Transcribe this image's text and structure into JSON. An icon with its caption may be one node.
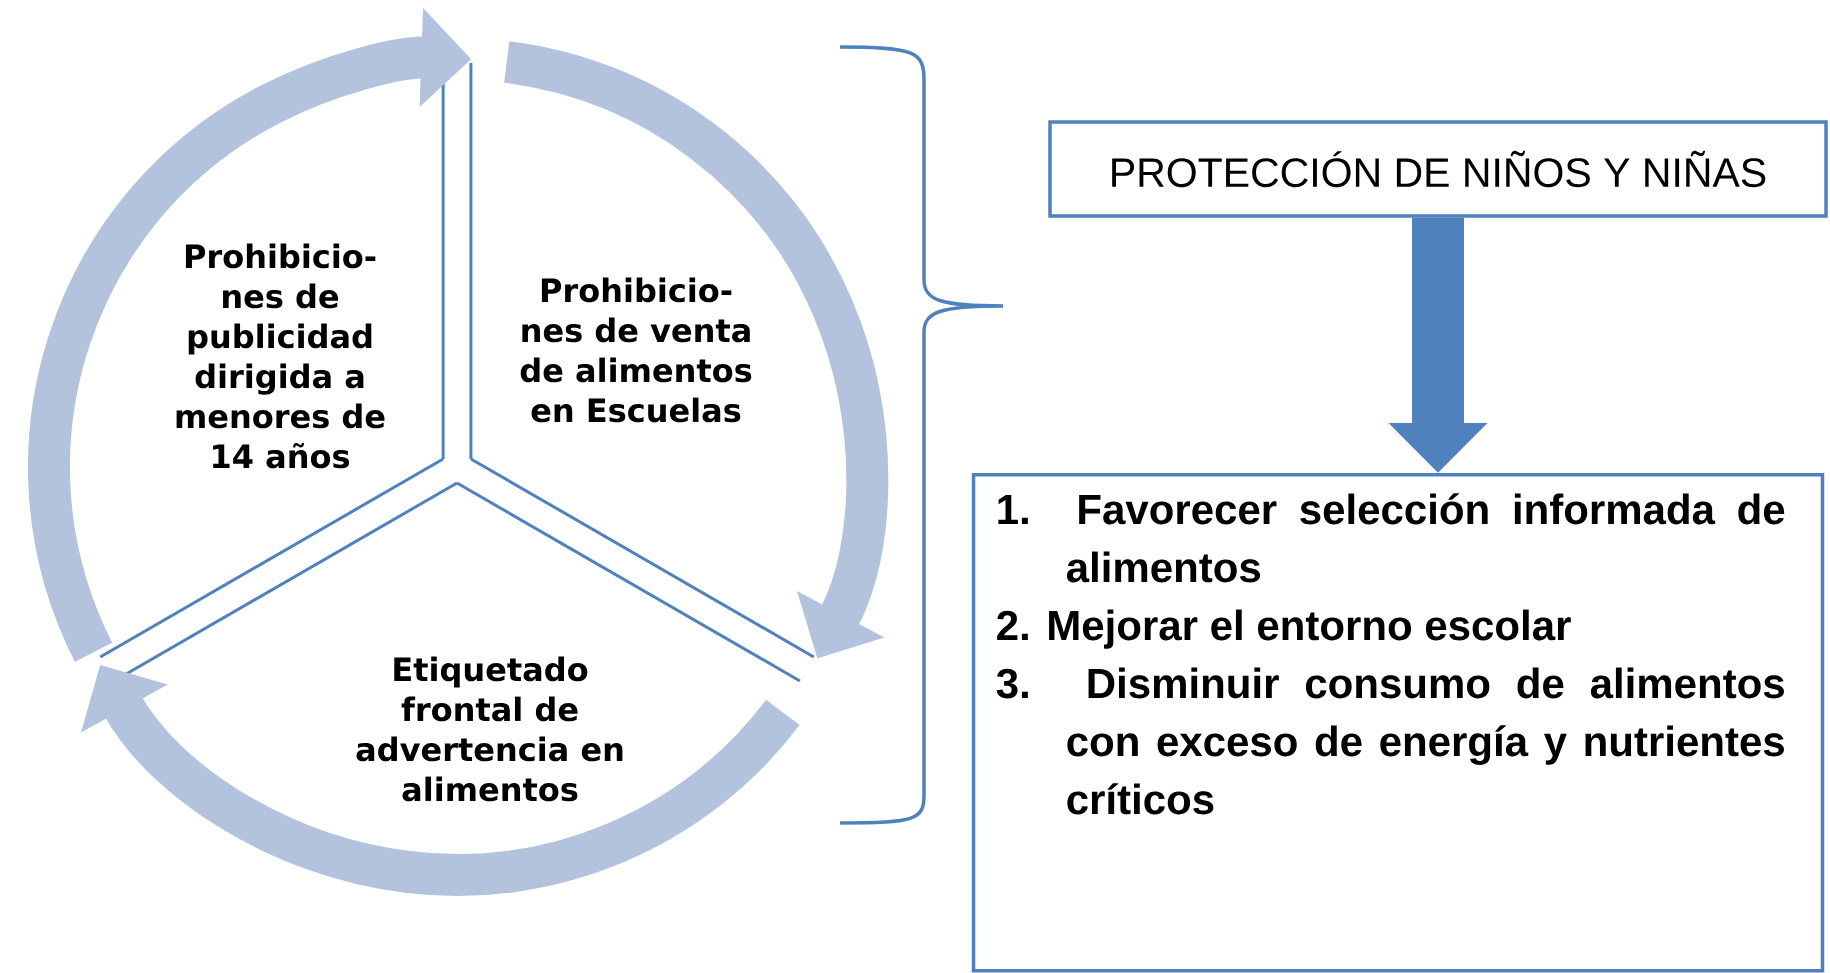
{
  "diagram": {
    "nodes": [
      {
        "text": [
          "Prohibicio-nes de publicidad dirigida a menores de 14 años"
        ]
      },
      {
        "text": [
          "Prohibicio-nes de venta de alimentos en Escuelas"
        ]
      },
      {
        "text": [
          "Etiquetado frontal de advertencia en alimentos"
        ]
      },
      {
        "text": [
          "PROTECCIÓN DE NIÑOS Y NIÑAS"
        ]
      },
      {
        "text": [
          "1. Favorecer selección informada de alimentos",
          "2. Mejorar el entorno escolar",
          "3. Disminuir consumo de alimentos con exceso de energía y nutrientes críticos"
        ]
      }
    ],
    "edges": [
      {
        "from": 0,
        "to": 1,
        "arrow": "to"
      },
      {
        "from": 1,
        "to": 2,
        "arrow": "to"
      },
      {
        "from": 2,
        "to": 0,
        "arrow": "to"
      },
      {
        "from": 3,
        "to": 4,
        "arrow": "to",
        "color": "#4f81bd"
      }
    ]
  }
}
